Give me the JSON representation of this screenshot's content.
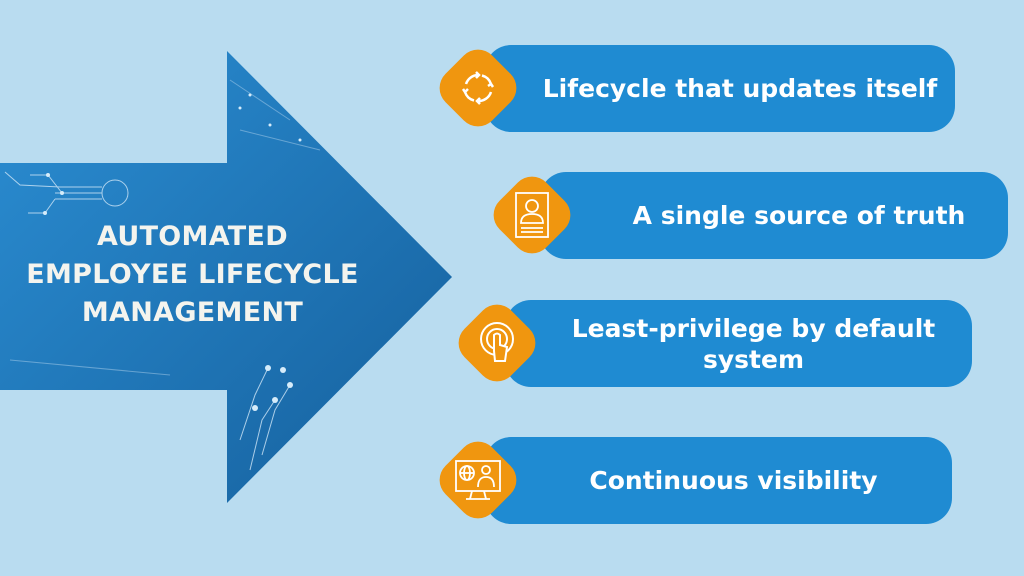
{
  "title": {
    "line1": "AUTOMATED",
    "line2": "EMPLOYEE LIFECYCLE",
    "line3": "MANAGEMENT"
  },
  "items": [
    {
      "label": "Lifecycle that updates itself",
      "icon": "cycle-arrows-icon"
    },
    {
      "label": "A single source of truth",
      "icon": "employee-profile-icon"
    },
    {
      "label_line1": "Least-privilege by default",
      "label_line2": "system",
      "icon": "touch-fingerprint-icon"
    },
    {
      "label": "Continuous visibility",
      "icon": "monitor-globe-user-icon"
    }
  ],
  "colors": {
    "background": "#b9dcf0",
    "arrow": "#1d6fb0",
    "pill": "#1f8bd2",
    "badge": "#f0960f"
  }
}
